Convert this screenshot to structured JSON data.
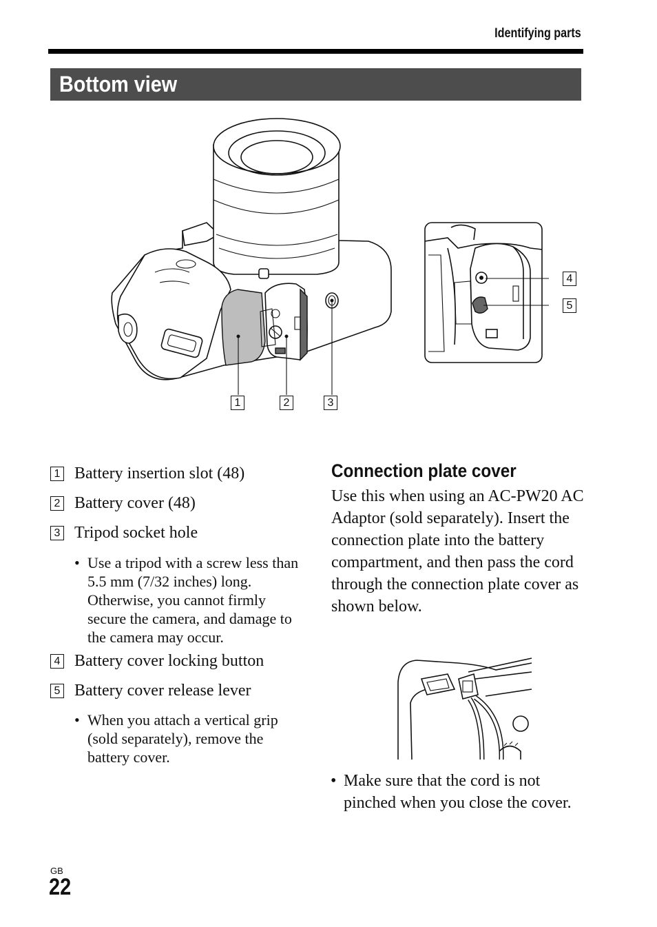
{
  "header": {
    "running_title": "Identifying parts",
    "section_title": "Bottom view"
  },
  "figure_main": {
    "callouts": [
      "1",
      "2",
      "3"
    ]
  },
  "figure_inset": {
    "callouts": [
      "4",
      "5"
    ]
  },
  "parts": [
    {
      "num": "1",
      "label": "Battery insertion slot (48)"
    },
    {
      "num": "2",
      "label": "Battery cover (48)"
    },
    {
      "num": "3",
      "label": "Tripod socket hole"
    },
    {
      "num": "4",
      "label": "Battery cover locking button"
    },
    {
      "num": "5",
      "label": "Battery cover release lever"
    }
  ],
  "notes": {
    "tripod": "Use a tripod with a screw less than 5.5 mm (7/32 inches) long. Otherwise, you cannot firmly secure the camera, and damage to the camera may occur.",
    "grip": "When you attach a vertical grip (sold separately), remove the battery cover."
  },
  "connection": {
    "heading": "Connection plate cover",
    "paragraph": "Use this when using an AC-PW20 AC Adaptor (sold separately). Insert the connection plate into the battery compartment, and then pass the cord through the connection plate cover as shown below.",
    "note": "Make sure that the cord is not pinched when you close the cover."
  },
  "footer": {
    "region": "GB",
    "page": "22"
  },
  "bullet_symbol": "•"
}
